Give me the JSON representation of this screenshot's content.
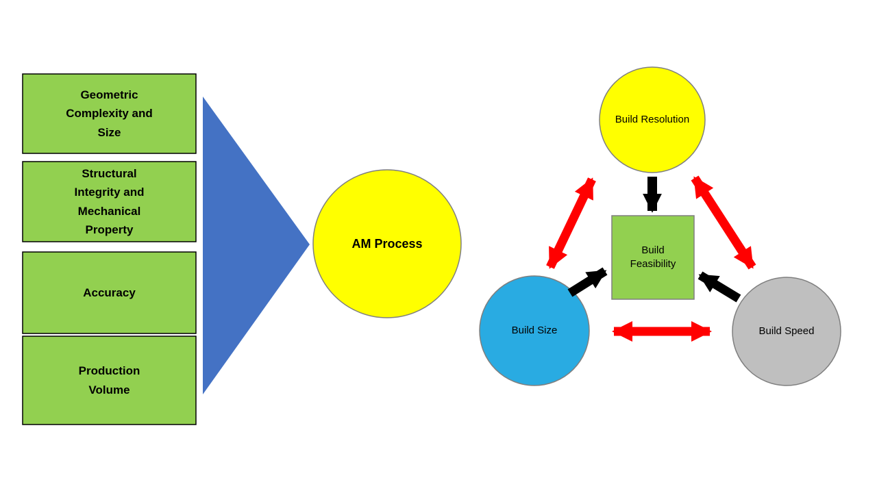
{
  "colors": {
    "box_green": "#92d050",
    "box_border": "#000000",
    "triangle_blue": "#4472c4",
    "circle_yellow": "#ffff00",
    "circle_blue": "#29abe2",
    "circle_gray": "#bfbfbf",
    "square_green": "#92d050",
    "shape_border_gray": "#7f7f7f",
    "arrow_red": "#ff0000",
    "arrow_black": "#000000"
  },
  "left_diagram": {
    "input_boxes": [
      {
        "label": "Geometric\nComplexity and\nSize"
      },
      {
        "label": "Structural\nIntegrity and\nMechanical\nProperty"
      },
      {
        "label": "Accuracy"
      },
      {
        "label": "Production\nVolume"
      }
    ],
    "process": {
      "label": "AM Process"
    }
  },
  "right_diagram": {
    "nodes": {
      "resolution": {
        "label": "Build Resolution"
      },
      "size": {
        "label": "Build Size"
      },
      "speed": {
        "label": "Build Speed"
      },
      "feasibility": {
        "label": "Build\nFeasibility"
      }
    }
  }
}
